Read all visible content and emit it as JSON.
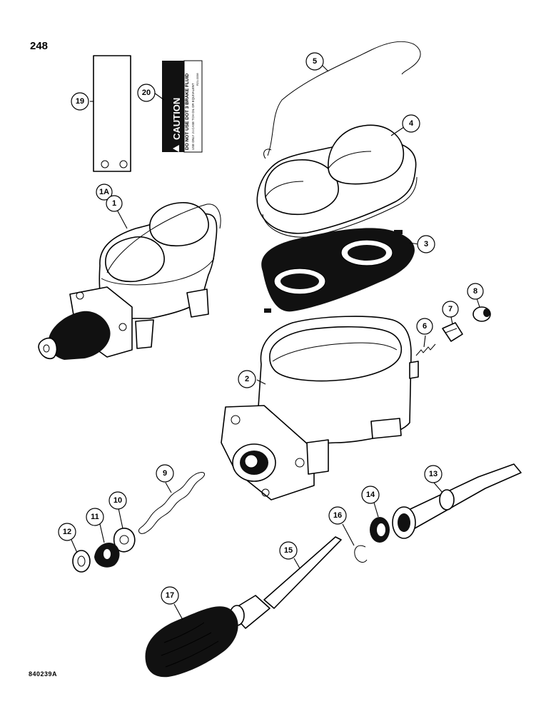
{
  "page": {
    "page_number": "248",
    "figure_code": "840239A"
  },
  "label": {
    "line1": "CAUTION",
    "line2": "DO NOT USE DOT 3 BRAKE FLUID",
    "line3": "USE ONLY J.I.CASE TCH OIL OR EQUIVALENT",
    "part_no": "R21-0338"
  },
  "callouts": [
    {
      "id": "1A",
      "text": "1A"
    },
    {
      "id": "1",
      "text": "1"
    },
    {
      "id": "2",
      "text": "2"
    },
    {
      "id": "3",
      "text": "3"
    },
    {
      "id": "4",
      "text": "4"
    },
    {
      "id": "5",
      "text": "5"
    },
    {
      "id": "6",
      "text": "6"
    },
    {
      "id": "7",
      "text": "7"
    },
    {
      "id": "8",
      "text": "8"
    },
    {
      "id": "9",
      "text": "9"
    },
    {
      "id": "10",
      "text": "10"
    },
    {
      "id": "11",
      "text": "11"
    },
    {
      "id": "12",
      "text": "12"
    },
    {
      "id": "13",
      "text": "13"
    },
    {
      "id": "14",
      "text": "14"
    },
    {
      "id": "15",
      "text": "15"
    },
    {
      "id": "16",
      "text": "16"
    },
    {
      "id": "17",
      "text": "17"
    },
    {
      "id": "19",
      "text": "19"
    },
    {
      "id": "20",
      "text": "20"
    }
  ]
}
